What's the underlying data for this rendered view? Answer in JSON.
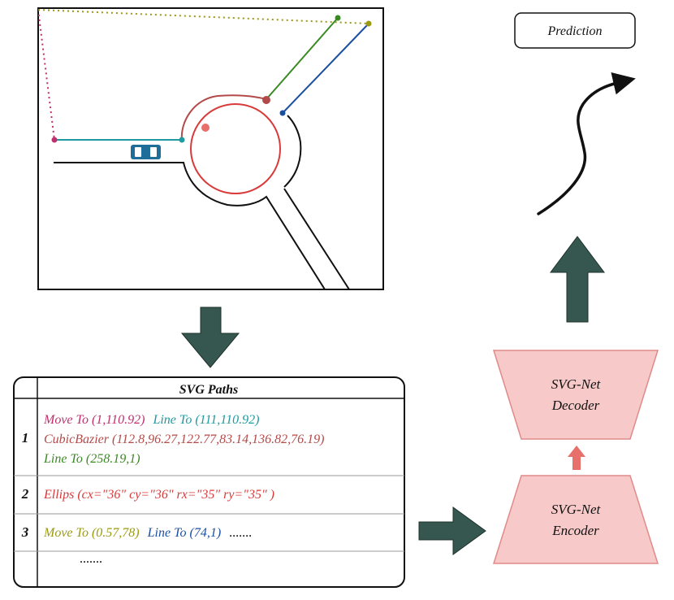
{
  "prediction": {
    "label": "Prediction"
  },
  "table": {
    "title": "SVG Paths",
    "rows": [
      {
        "index": "1",
        "lines": [
          [
            {
              "text": "Move To (1,110.92)",
              "color": "#c0306e"
            },
            {
              "text": "Line To (111,110.92)",
              "color": "#1f9aa0"
            }
          ],
          [
            {
              "text": "CubicBazier (112.8,96.27,122.77,83.14,136.82,76.19)",
              "color": "#b34a4a"
            }
          ],
          [
            {
              "text": "Line To (258.19,1)",
              "color": "#3a8a22"
            }
          ]
        ]
      },
      {
        "index": "2",
        "lines": [
          [
            {
              "text": "Ellips (cx=\"36\" cy=\"36\" rx=\"35\" ry=\"35\" )",
              "color": "#d93a3a"
            }
          ]
        ]
      },
      {
        "index": "3",
        "lines": [
          [
            {
              "text": "Move To (0.57,78)",
              "color": "#9a9a12"
            },
            {
              "text": "Line To (74,1)",
              "color": "#1a4fa0"
            },
            {
              "text": ".......",
              "color": "#000000"
            }
          ]
        ]
      },
      {
        "index": "",
        "lines": [
          [
            {
              "text": ".......",
              "color": "#000000"
            }
          ]
        ]
      }
    ]
  },
  "decoder": {
    "line1": "SVG-Net",
    "line2": "Decoder"
  },
  "encoder": {
    "line1": "SVG-Net",
    "line2": "Encoder"
  },
  "colors": {
    "arrow_dark": "#36574f",
    "arrow_red": "#e8706a",
    "trapezoid_fill": "#f7c9c9",
    "trapezoid_stroke": "#e08a8a",
    "path_magenta": "#c0306e",
    "path_teal": "#1f9aa0",
    "path_brick": "#b34a4a",
    "path_green": "#3a8a22",
    "path_red": "#d93a3a",
    "path_olive": "#9a9a12",
    "path_blue": "#1a4fa0",
    "car": "#1f6e9a"
  }
}
